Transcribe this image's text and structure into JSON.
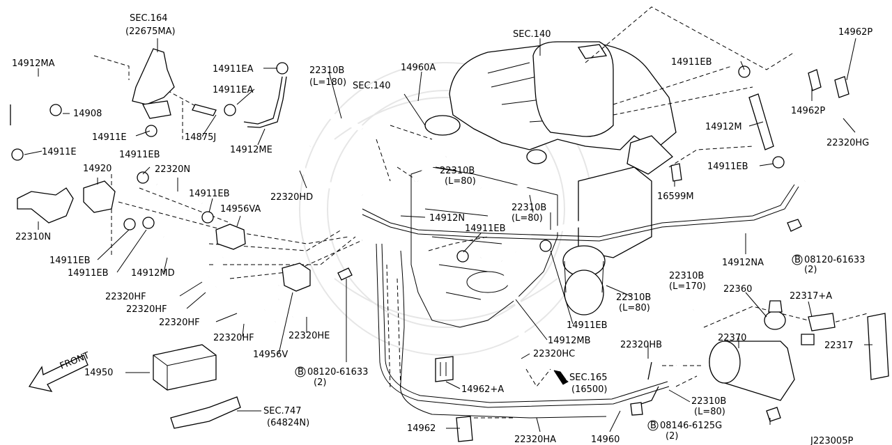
{
  "labels": {
    "sec164": "SEC.164",
    "sec164_ref": "(22675MA)",
    "sec140_top": "SEC.140",
    "p14962P_top": "14962P",
    "p14912MA": "14912MA",
    "p14908": "14908",
    "p14911E_a": "14911E",
    "p14911E_b": "14911E",
    "p14911EA_a": "14911EA",
    "p14911EA_b": "14911EA",
    "p14875J": "14875J",
    "p14912ME": "14912ME",
    "p22310B_180": "22310B",
    "l180": "(L=180)",
    "sec140_mid": "SEC.140",
    "p14960A": "14960A",
    "p14911EB_top": "14911EB",
    "p14962P_mid": "14962P",
    "p14912M": "14912M",
    "p22320HG": "22320HG",
    "p14911EB_r": "14911EB",
    "p16599M": "16599M",
    "p14911EB_l": "14911EB",
    "p22320N": "22320N",
    "p14920": "14920",
    "p22310B_80a": "22310B",
    "l80a": "(L=80)",
    "p22320HD": "22320HD",
    "p14911EB_c": "14911EB",
    "p22310N": "22310N",
    "p14956VA": "14956VA",
    "p14912N": "14912N",
    "p22310B_80b": "22310B",
    "l80b": "(L=80)",
    "p14911EB_m": "14911EB",
    "p14911EB_d": "14911EB",
    "p14911EB_e": "14911EB",
    "p14912MD": "14912MD",
    "p14912NA": "14912NA",
    "p08120_r": "08120-61633",
    "q2_r": "(2)",
    "p22310B_170": "22310B",
    "l170": "(L=170)",
    "p22360": "22360",
    "p22317A": "22317+A",
    "p22310B_80c": "22310B",
    "l80c": "(L=80)",
    "p22320HF_a": "22320HF",
    "p22320HF_b": "22320HF",
    "p22320HF_c": "22320HF",
    "p22320HF_d": "22320HF",
    "p14911EB_f": "14911EB",
    "p22317": "22317",
    "p22320HE": "22320HE",
    "p14912MB": "14912MB",
    "p22320HB": "22320HB",
    "p22370": "22370",
    "front": "FRONT",
    "p14950": "14950",
    "p14956V": "14956V",
    "p08120_m": "08120-61633",
    "q2_m": "(2)",
    "p22320HC": "22320HC",
    "sec165": "SEC.165",
    "sec165_ref": "(16500)",
    "p14962A": "14962+A",
    "p22310B_80d": "22310B",
    "l80d": "(L=80)",
    "sec747": "SEC.747",
    "sec747_ref": "(64824N)",
    "p14962": "14962",
    "p22320HA": "22320HA",
    "p14960": "14960",
    "p08146": "08146-6125G",
    "q2_b": "(2)",
    "code": "J223005P",
    "b": "B"
  }
}
